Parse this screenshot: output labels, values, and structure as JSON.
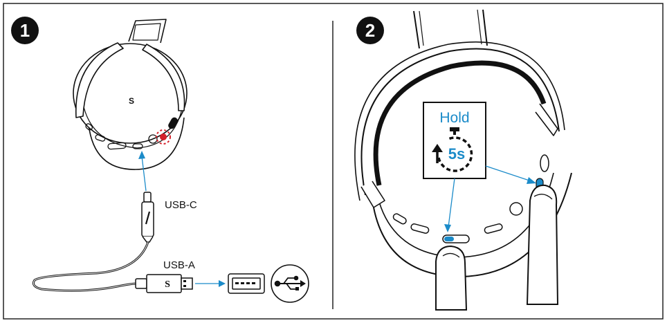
{
  "steps": [
    {
      "number": "1"
    },
    {
      "number": "2"
    }
  ],
  "step1": {
    "usb_c_label": "USB-C",
    "usb_a_label": "USB-A",
    "brand_mark": "S",
    "icons": [
      "headphones-icon",
      "usb-c-plug-icon",
      "usb-a-plug-icon",
      "usb-port-icon",
      "usb-symbol-icon"
    ]
  },
  "step2": {
    "hold_label": "Hold",
    "duration_label": "5s",
    "icons": [
      "headphones-icon",
      "stopwatch-icon",
      "finger-icon"
    ]
  },
  "colors": {
    "accent_blue": "#1b8bc9",
    "led_red": "#d4202a",
    "ink": "#111111"
  }
}
